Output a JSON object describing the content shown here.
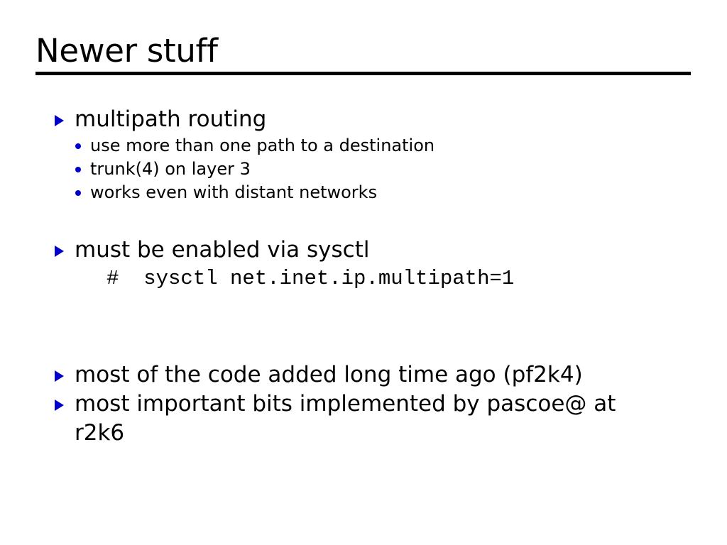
{
  "slide": {
    "title": "Newer stuff",
    "sections": [
      {
        "bullet": "multipath routing",
        "subitems": [
          "use more than one path to a destination",
          "trunk(4) on layer 3",
          "works even with distant networks"
        ]
      },
      {
        "bullet": "must be enabled via sysctl",
        "command": "#  sysctl net.inet.ip.multipath=1"
      },
      {
        "bullet": "most of the code added long time ago (pf2k4)"
      },
      {
        "bullet": "most important bits implemented by pascoe@ at r2k6"
      }
    ]
  },
  "icons": {
    "level1_marker": "triangle-right-icon",
    "level2_marker": "dot-icon"
  },
  "colors": {
    "bullet_blue": "#0000cc",
    "text_black": "#000000",
    "background": "#ffffff",
    "rule": "#000000"
  }
}
